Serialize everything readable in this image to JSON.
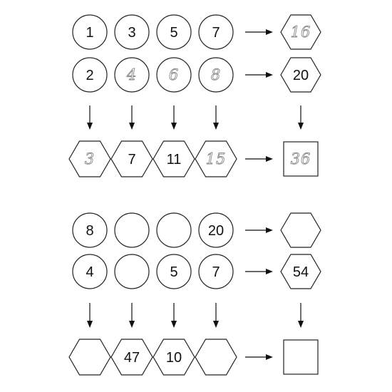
{
  "colors": {
    "stroke": "#222222",
    "text": "#111111",
    "handwritten": "#8a8a8a"
  },
  "puzzles": [
    {
      "row1": {
        "circles": [
          {
            "value": "1",
            "style": "print"
          },
          {
            "value": "3",
            "style": "print"
          },
          {
            "value": "5",
            "style": "print"
          },
          {
            "value": "7",
            "style": "print"
          }
        ],
        "hexagon": {
          "value": "16",
          "style": "hand"
        }
      },
      "row2": {
        "circles": [
          {
            "value": "2",
            "style": "print"
          },
          {
            "value": "4",
            "style": "hand"
          },
          {
            "value": "6",
            "style": "hand"
          },
          {
            "value": "8",
            "style": "hand"
          }
        ],
        "hexagon": {
          "value": "20",
          "style": "print"
        }
      },
      "bottom": {
        "hexagons": [
          {
            "value": "3",
            "style": "hand"
          },
          {
            "value": "7",
            "style": "print"
          },
          {
            "value": "11",
            "style": "print"
          },
          {
            "value": "15",
            "style": "hand"
          }
        ],
        "square": {
          "value": "36",
          "style": "hand"
        }
      }
    },
    {
      "row1": {
        "circles": [
          {
            "value": "8",
            "style": "print"
          },
          {
            "value": "",
            "style": "print"
          },
          {
            "value": "",
            "style": "print"
          },
          {
            "value": "20",
            "style": "print"
          }
        ],
        "hexagon": {
          "value": "",
          "style": "print"
        }
      },
      "row2": {
        "circles": [
          {
            "value": "4",
            "style": "print"
          },
          {
            "value": "",
            "style": "print"
          },
          {
            "value": "5",
            "style": "print"
          },
          {
            "value": "7",
            "style": "print"
          }
        ],
        "hexagon": {
          "value": "54",
          "style": "print"
        }
      },
      "bottom": {
        "hexagons": [
          {
            "value": "",
            "style": "print"
          },
          {
            "value": "47",
            "style": "print"
          },
          {
            "value": "10",
            "style": "print"
          },
          {
            "value": "",
            "style": "print"
          }
        ],
        "square": {
          "value": "",
          "style": "print"
        }
      }
    }
  ]
}
